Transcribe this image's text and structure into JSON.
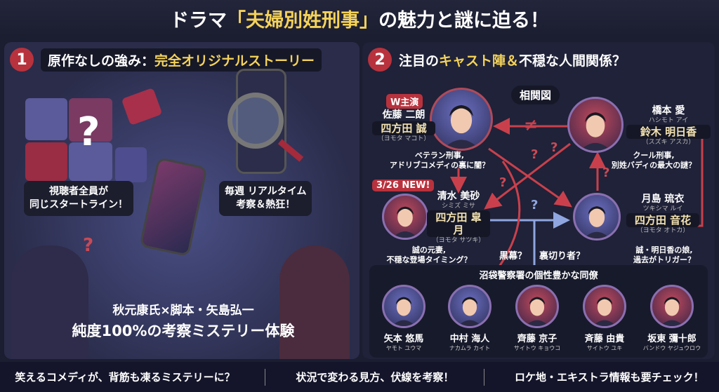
{
  "title": {
    "pre": "ドラマ",
    "highlight": "「夫婦別姓刑事」",
    "post": "の魅力と謎に迫る！"
  },
  "left": {
    "number": "1",
    "heading_pre": "原作なしの強み：",
    "heading_hl": "完全オリジナルストーリー",
    "bubble1": [
      "視聴者全員が",
      "同じスタートライン！"
    ],
    "bubble2": [
      "毎週 リアルタイム",
      "考察＆熱狂！"
    ],
    "puzzle_mark": "?",
    "line1": "秋元康氏×脚本・矢島弘一",
    "line2": "純度100%の考察ミステリー体験"
  },
  "right": {
    "number": "2",
    "heading_pre": "注目の",
    "heading_hl": "キャスト陣＆",
    "heading_post": "不穏な人間関係？",
    "chart_label": "相関図",
    "w_tag": "W主演",
    "new_tag": "3/26 NEW!",
    "not_equal": "≠",
    "cast": [
      {
        "actor": "佐藤 二朗",
        "role": "四方田 誠",
        "role_kana": "（ヨモタ マコト）",
        "desc": [
          "ベテラン刑事,",
          "アドリブコメディの裏に闇？"
        ]
      },
      {
        "actor": "橋本 愛",
        "actor_kana": "ハシモト アイ",
        "role": "鈴木 明日香",
        "role_kana": "（スズキ アスカ）",
        "desc": [
          "クール刑事,",
          "別姓バディの最大の謎？"
        ]
      },
      {
        "actor": "清水 美砂",
        "actor_kana": "シミズ ミサ",
        "role": "四方田 皐月",
        "role_kana": "（ヨモタ サツキ）",
        "desc": [
          "誠の元妻,",
          "不穏な登場タイミング？"
        ]
      },
      {
        "actor": "月島 琉衣",
        "actor_kana": "ツキシマ ルイ",
        "role": "四方田 音花",
        "role_kana": "（ヨモタ オトカ）",
        "desc": [
          "誠・明日香の娘,",
          "過去がトリガー？"
        ]
      }
    ],
    "mystery1": "黒幕？",
    "mystery2": "裏切り者？",
    "colleagues_title": "沼袋警察署の個性豊かな同僚",
    "colleagues": [
      {
        "name": "矢本 悠馬",
        "kana": "ヤモト ユウマ",
        "tone": "blue"
      },
      {
        "name": "中村 海人",
        "kana": "ナカムラ カイト",
        "tone": "blue"
      },
      {
        "name": "齊藤 京子",
        "kana": "サイトウ キョウコ",
        "tone": "red"
      },
      {
        "name": "斉藤 由貴",
        "kana": "サイトウ ユキ",
        "tone": "red"
      },
      {
        "name": "坂東 彌十郎",
        "kana": "バンドウ ヤジュウロウ",
        "tone": "red"
      }
    ]
  },
  "bottom": [
    "笑えるコメディが、背筋も凍るミステリーに？",
    "状況で変わる見方、伏線を考察！",
    "ロケ地・エキストラ情報も要チェック！"
  ]
}
